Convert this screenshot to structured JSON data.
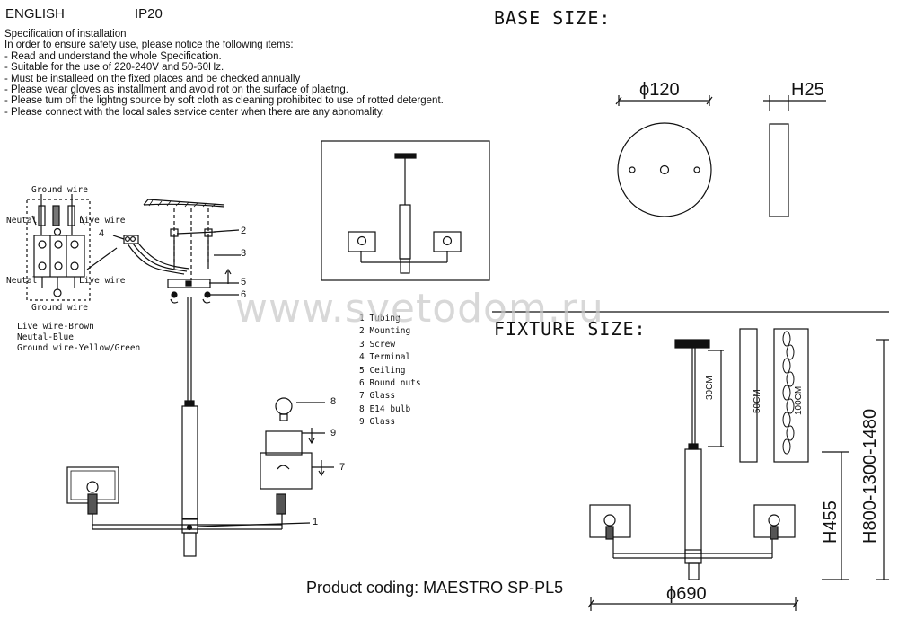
{
  "header": {
    "language": "ENGLISH",
    "ip_rating": "IP20"
  },
  "spec": {
    "title": "Specification of installation",
    "intro": "In order to ensure safety use, please notice the following items:",
    "items": [
      "- Read and understand the whole Specification.",
      "- Suitable for the use of 220-240V and 50-60Hz.",
      "- Must be installeed on the fixed places and be checked annually",
      "- Please wear gloves as installment and avoid rot on the surface of plaetng.",
      "- Please tum off the lightng source by soft cloth as cleaning prohibited to use of rotted detergent.",
      "- Please connect with the local sales service center when there are any abnomality."
    ]
  },
  "base_size": {
    "title": "BASE SIZE:",
    "diameter": "ϕ120",
    "height": "H25"
  },
  "fixture_size": {
    "title": "FIXTURE SIZE:",
    "rod_30": "30CM",
    "rod_50": "50CM",
    "chain_100": "100CM",
    "h455": "H455",
    "h_range": "H800-1300-1480",
    "width": "ϕ690"
  },
  "wiring": {
    "ground_top": "Ground wire",
    "neutral_left_top": "Neutal",
    "live_right_top": "Live wire",
    "neutral_left_bottom": "Neutal",
    "live_right_bottom": "Live wire",
    "ground_bottom": "Ground wire",
    "colors": [
      "Live wire-Brown",
      "Neutal-Blue",
      "Ground wire-Yellow/Green"
    ]
  },
  "callouts": {
    "n1": "1",
    "n2": "2",
    "n3": "3",
    "n4": "4",
    "n5": "5",
    "n6": "6",
    "n7": "7",
    "n8": "8",
    "n9": "9"
  },
  "parts": [
    "1 Tubing",
    "2 Mounting",
    "3 Screw",
    "4 Terminal",
    "5 Ceiling",
    "6 Round nuts",
    "7 Glass",
    "8 E14 bulb",
    "9 Glass"
  ],
  "watermark": "www.svetodom.ru",
  "product_coding": "Product coding: MAESTRO SP-PL5"
}
